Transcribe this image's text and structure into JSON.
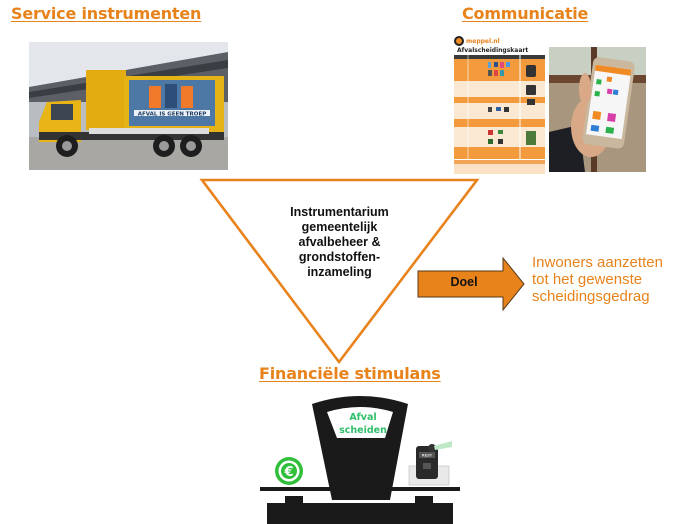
{
  "headings": {
    "service": "Service instrumenten",
    "communication": "Communicatie",
    "financial": "Financiële stimulans"
  },
  "images": {
    "truck": {
      "description": "Yellow garbage collection truck",
      "banner_text": "AFVAL IS GEEN TROEP"
    },
    "waste_card": {
      "logo_text": "meppel.nl",
      "title": "Afvalscheidingskaart"
    },
    "phone": {
      "description": "Hand holding smartphone with waste app"
    }
  },
  "center": {
    "triangle_text_lines": [
      "Instrumentarium",
      "gemeentelijk",
      "afvalbeheer &",
      "grondstoffen-",
      "inzameling"
    ]
  },
  "arrow": {
    "label": "Doel"
  },
  "goal": {
    "lines": [
      "Inwoners aanzetten",
      "tot het gewenste",
      "scheidingsgedrag"
    ]
  },
  "scale": {
    "label_lines": [
      "Afval",
      "scheiden"
    ],
    "left_item": "euro-coin-icon",
    "right_item": "rest-waste-container-icon",
    "container_label": "REST"
  },
  "colors": {
    "accent_orange": "#e8831c",
    "arrow_fill": "#e8831c",
    "scale_black": "#1a1a1a",
    "green": "#2fbf6a"
  }
}
